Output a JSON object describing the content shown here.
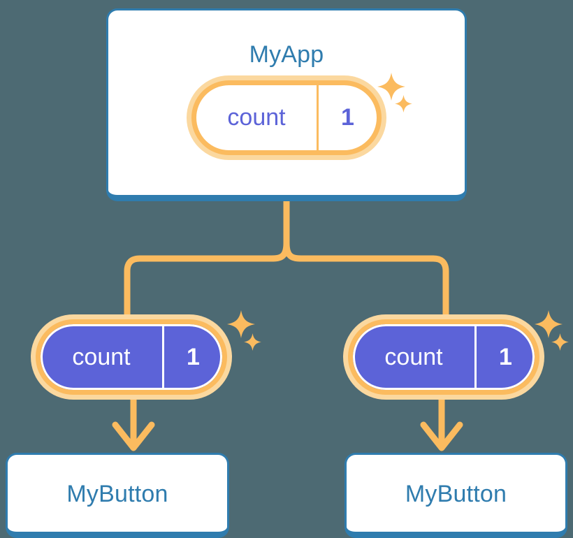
{
  "diagram": {
    "title": "MyApp",
    "background_color": "#4d6a73",
    "accent_blue": "#2f7cae",
    "accent_orange": "#fbbb5f",
    "accent_orange_soft": "#fbd89f",
    "accent_purple": "#5c63d8",
    "root": {
      "label": "MyApp",
      "state": {
        "key": "count",
        "value": "1",
        "style": "light"
      }
    },
    "children": [
      {
        "label": "MyButton",
        "state": {
          "key": "count",
          "value": "1",
          "style": "solid"
        }
      },
      {
        "label": "MyButton",
        "state": {
          "key": "count",
          "value": "1",
          "style": "solid"
        }
      }
    ],
    "icons": {
      "sparkle_large": "sparkle-icon",
      "sparkle_small": "sparkle-small-icon",
      "arrow": "arrow-down-icon",
      "branch": "branch-connector-icon"
    }
  }
}
